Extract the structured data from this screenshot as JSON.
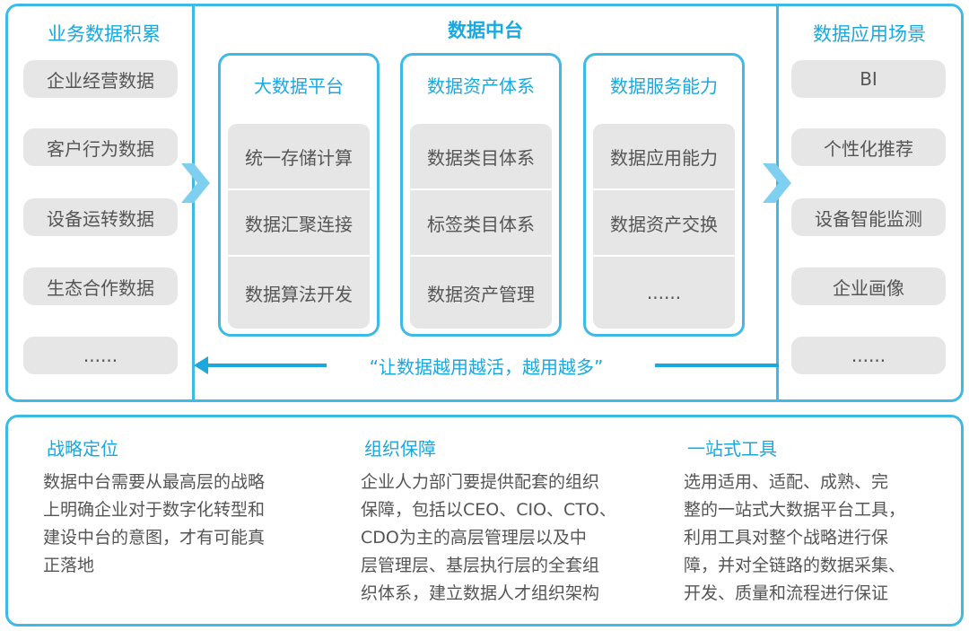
{
  "left": {
    "title": "业务数据积累",
    "items": [
      "企业经营数据",
      "客户行为数据",
      "设备运转数据",
      "生态合作数据",
      "......"
    ]
  },
  "center": {
    "title": "数据中台",
    "panels": [
      {
        "title": "大数据平台",
        "cells": [
          "统一存储计算",
          "数据汇聚连接",
          "数据算法开发"
        ]
      },
      {
        "title": "数据资产体系",
        "cells": [
          "数据类目体系",
          "标签类目体系",
          "数据资产管理"
        ]
      },
      {
        "title": "数据服务能力",
        "cells": [
          "数据应用能力",
          "数据资产交换",
          "......"
        ]
      }
    ],
    "slogan": "“让数据越用越活，越用越多”"
  },
  "right": {
    "title": "数据应用场景",
    "items": [
      "BI",
      "个性化推荐",
      "设备智能监测",
      "企业画像",
      "......"
    ]
  },
  "bottom": {
    "sections": [
      {
        "title": "战略定位",
        "lines": [
          "数据中台需要从最高层的战略",
          "上明确企业对于数字化转型和",
          "建设中台的意图，才有可能真",
          "正落地"
        ]
      },
      {
        "title": "组织保障",
        "lines": [
          "企业人力部门要提供配套的组织",
          "保障，包括以CEO、CIO、CTO、",
          "CDO为主的高层管理层以及中",
          "层管理层、基层执行层的全套组",
          "织体系，建立数据人才组织架构"
        ]
      },
      {
        "title": "一站式工具",
        "lines": [
          "选用适用、适配、成熟、完",
          "整的一站式大数据平台工具，",
          "利用工具对整个战略进行保",
          "障，并对全链路的数据采集、",
          "开发、质量和流程进行保证"
        ]
      }
    ]
  },
  "colors": {
    "accent": "#3fb9e6",
    "arrow": "#7fd0f0",
    "pill": "#e6e6e6"
  }
}
